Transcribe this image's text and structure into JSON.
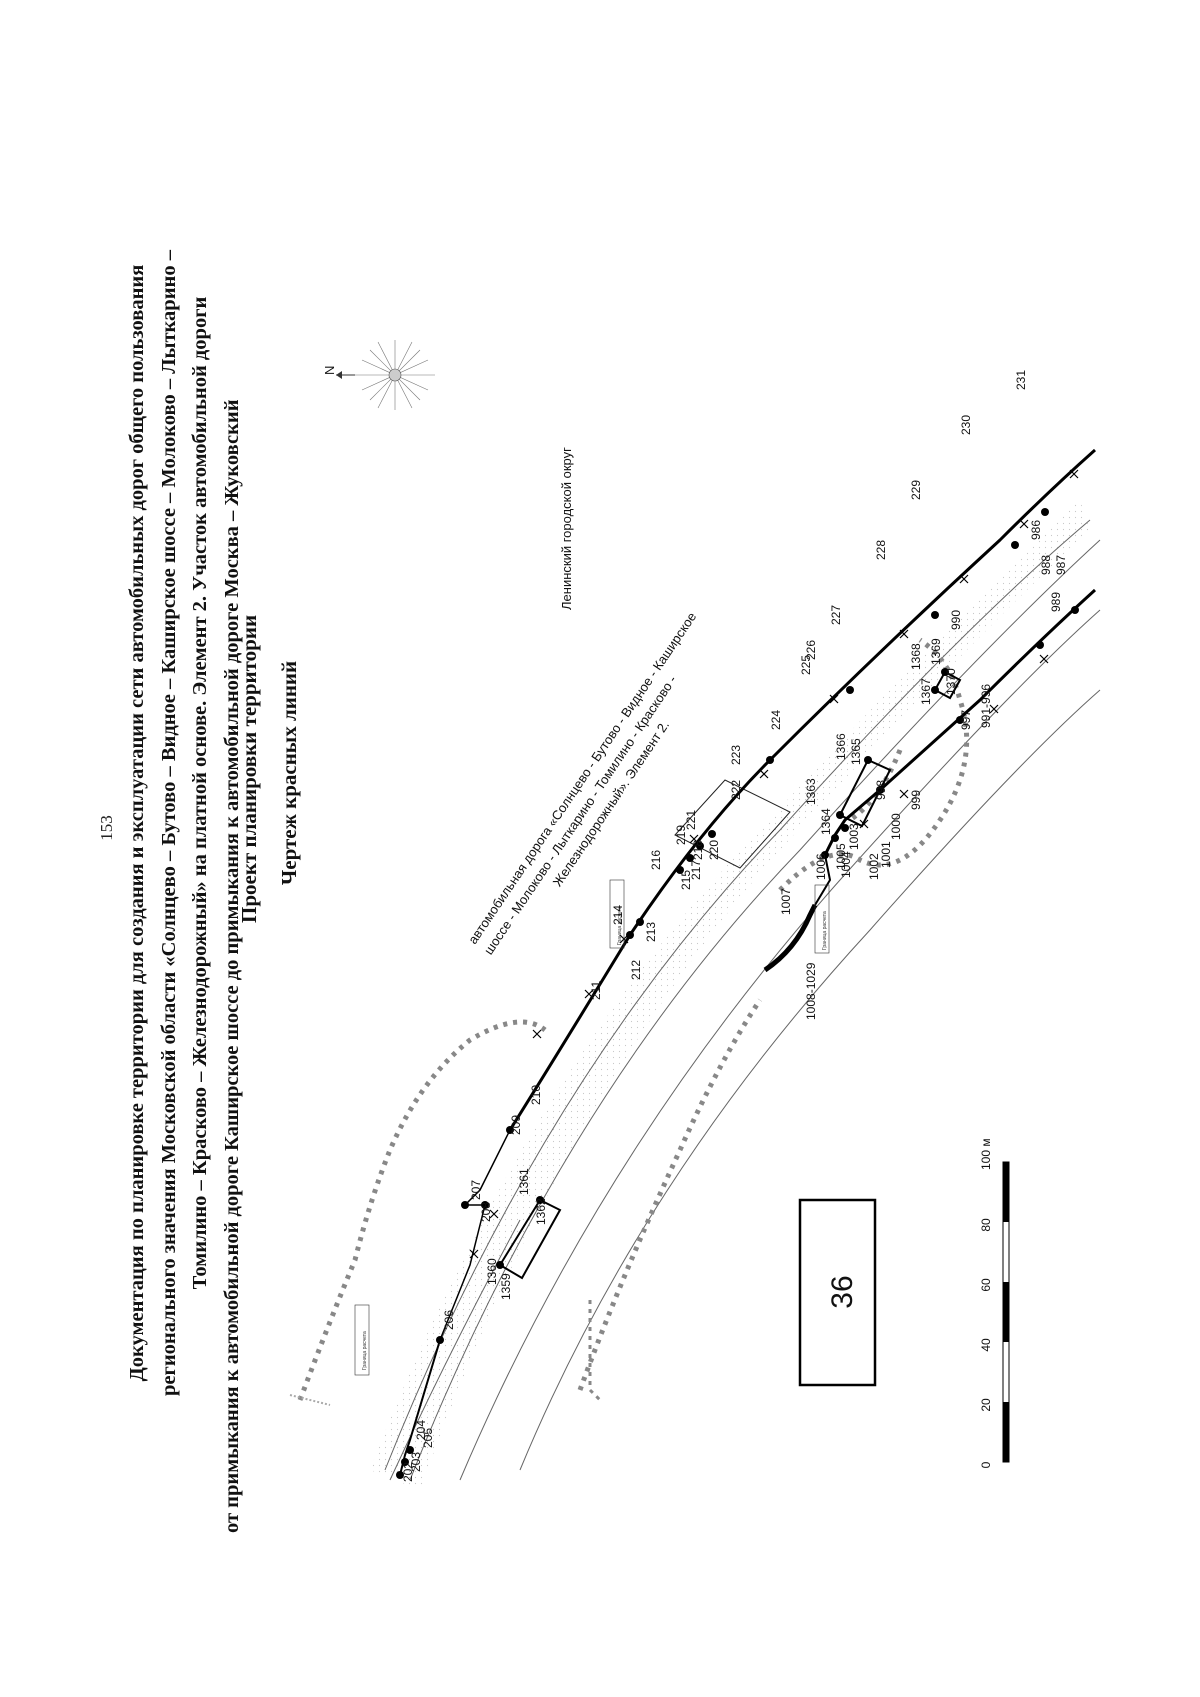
{
  "page_number": "153",
  "title": {
    "line1": "Документация по планировке территории для создания и эксплуатации сети автомобильных дорог общего пользования",
    "line2": "регионального значения Московской области «Солнцево – Бутово – Видное – Каширское шоссе – Молоково – Лыткарино –",
    "line3": "Томилино – Красково – Железнодорожный» на платной основе. Элемент 2. Участок автомобильной дороги",
    "line4": "от примыкания к автомобильной дороге Каширское шоссе до примыкания к автомобильной дороге Москва – Жуковский"
  },
  "subtitle1": "Проект планировки территории",
  "subtitle2": "Чертеж красных линий",
  "north_label": "N",
  "sheet_number": "36",
  "district_label": "Ленинский городской округ",
  "road_caption": {
    "line1": "автомобильная дорога «Солнцево - Бутово - Видное - Каширское",
    "line2": "шоссе  -  Молоково  -  Лыткарино  -  Томилино  -  Красково  -",
    "line3": "Железнодорожный». Элемент 2."
  },
  "boundary_label": "Граница расчета",
  "scale": {
    "ticks": [
      "0",
      "20",
      "40",
      "60",
      "80",
      "100 м"
    ]
  },
  "point_labels": {
    "north_line": [
      "202",
      "203",
      "204",
      "205",
      "206",
      "207",
      "208",
      "209",
      "210",
      "211",
      "212",
      "213",
      "214",
      "215",
      "216",
      "217",
      "218",
      "219",
      "220",
      "221",
      "222",
      "223",
      "224",
      "225",
      "226",
      "227",
      "228",
      "229",
      "230",
      "231"
    ],
    "south_line": [
      "986",
      "987",
      "988",
      "989",
      "990",
      "991-996",
      "997",
      "998",
      "999",
      "1000",
      "1001",
      "1002",
      "1003",
      "1004",
      "1005",
      "1006",
      "1007",
      "1008-1029"
    ],
    "parcels": [
      "1359",
      "1360",
      "1361",
      "1362",
      "1363",
      "1364",
      "1365",
      "1366",
      "1367",
      "1368",
      "1369",
      "1370"
    ]
  },
  "colors": {
    "red_line": "#000000",
    "boundary_dash": "#7a7a7a",
    "road_line": "#555555"
  }
}
